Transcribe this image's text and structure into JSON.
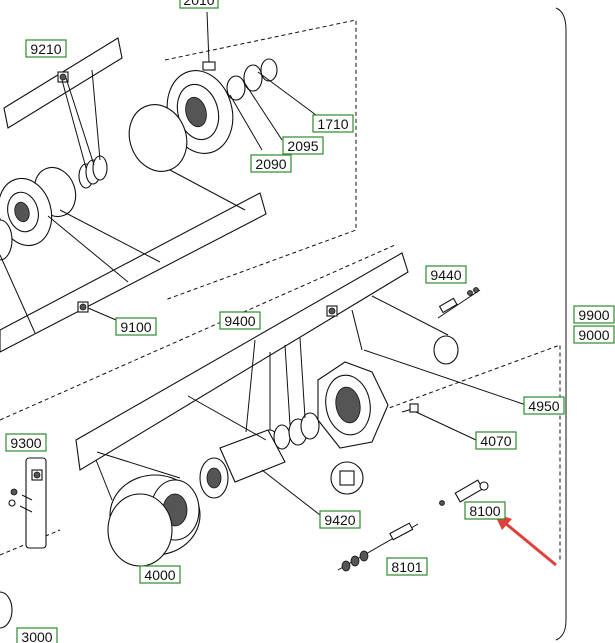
{
  "callouts": {
    "c2010": "2010",
    "c9210": "9210",
    "c1710": "1710",
    "c2095": "2095",
    "c2090": "2090",
    "c9100": "9100",
    "c9400": "9400",
    "c9440": "9440",
    "c9900": "9900",
    "c9000": "9000",
    "c4950": "4950",
    "c4070": "4070",
    "c9300": "9300",
    "c9420": "9420",
    "c8100": "8100",
    "c4000": "4000",
    "c8101": "8101",
    "c3000": "3000"
  },
  "colors": {
    "label_border": "#2d8a2d",
    "highlight_arrow": "#e0403a",
    "line": "#111111"
  }
}
